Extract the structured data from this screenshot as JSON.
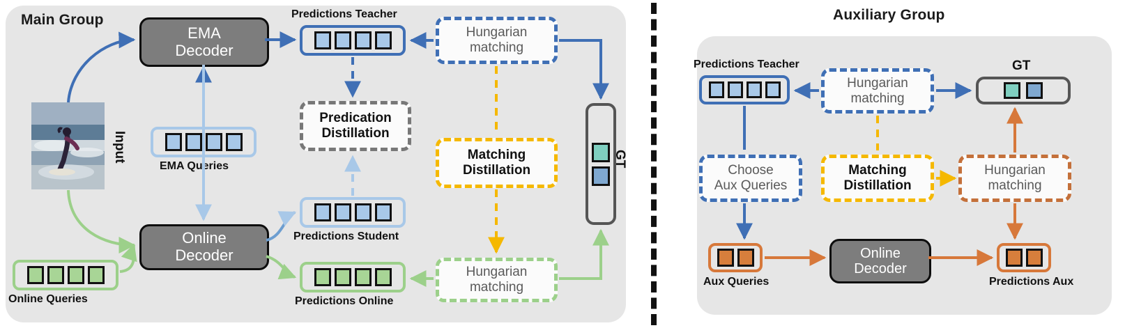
{
  "diagram": {
    "main_group_title": "Main Group",
    "aux_group_title": "Auxiliary Group"
  },
  "main": {
    "ema_decoder": "EMA\nDecoder",
    "ema_decoder_line1": "EMA",
    "ema_decoder_line2": "Decoder",
    "online_decoder_line1": "Online",
    "online_decoder_line2": "Decoder",
    "input_label": "Input",
    "ema_queries_label": "EMA Queries",
    "online_queries_label": "Online Queries",
    "predictions_teacher_label": "Predictions Teacher",
    "predictions_student_label": "Predictions Student",
    "predictions_online_label": "Predictions Online",
    "gt_label": "GT",
    "hungarian_top_line1": "Hungarian",
    "hungarian_top_line2": "matching",
    "hungarian_bottom_line1": "Hungarian",
    "hungarian_bottom_line2": "matching",
    "predication_distillation_line1": "Predication",
    "predication_distillation_line2": "Distillation",
    "matching_distillation_line1": "Matching",
    "matching_distillation_line2": "Distillation"
  },
  "aux": {
    "predictions_teacher_label": "Predictions Teacher",
    "gt_label": "GT",
    "hungarian_top_line1": "Hungarian",
    "hungarian_top_line2": "matching",
    "choose_line1": "Choose",
    "choose_line2": "Aux Queries",
    "matching_distillation_line1": "Matching",
    "matching_distillation_line2": "Distillation",
    "hungarian_right_line1": "Hungarian",
    "hungarian_right_line2": "matching",
    "aux_queries_label": "Aux Queries",
    "online_decoder_line1": "Online",
    "online_decoder_line2": "Decoder",
    "predictions_aux_label": "Predictions Aux"
  },
  "chips": {
    "predictions_teacher": [
      "blue",
      "blue",
      "blue",
      "blue"
    ],
    "ema_queries": [
      "blue",
      "blue",
      "blue",
      "blue"
    ],
    "online_queries": [
      "green",
      "green",
      "green",
      "green"
    ],
    "predictions_student": [
      "blue",
      "blue",
      "blue",
      "blue"
    ],
    "predictions_online": [
      "green",
      "green",
      "green",
      "green"
    ],
    "gt_main": [
      "teal",
      "steel"
    ],
    "aux_predictions_teacher": [
      "blue",
      "blue",
      "blue",
      "blue"
    ],
    "gt_aux": [
      "teal",
      "steel"
    ],
    "aux_queries": [
      "orange",
      "orange"
    ],
    "predictions_aux": [
      "orange",
      "orange"
    ]
  },
  "colors": {
    "panel_bg": "#e6e6e6",
    "decoder_fill": "#7d7d7d",
    "blue_dark": "#3f6fb5",
    "blue_light": "#a8c8e8",
    "green": "#9cd08a",
    "green_chip": "#a8d596",
    "orange": "#d7783a",
    "yellow": "#f5b800",
    "gray_dash": "#787878",
    "teal": "#7fcfc0",
    "steel": "#7fa8d0",
    "divider": "#111111"
  }
}
